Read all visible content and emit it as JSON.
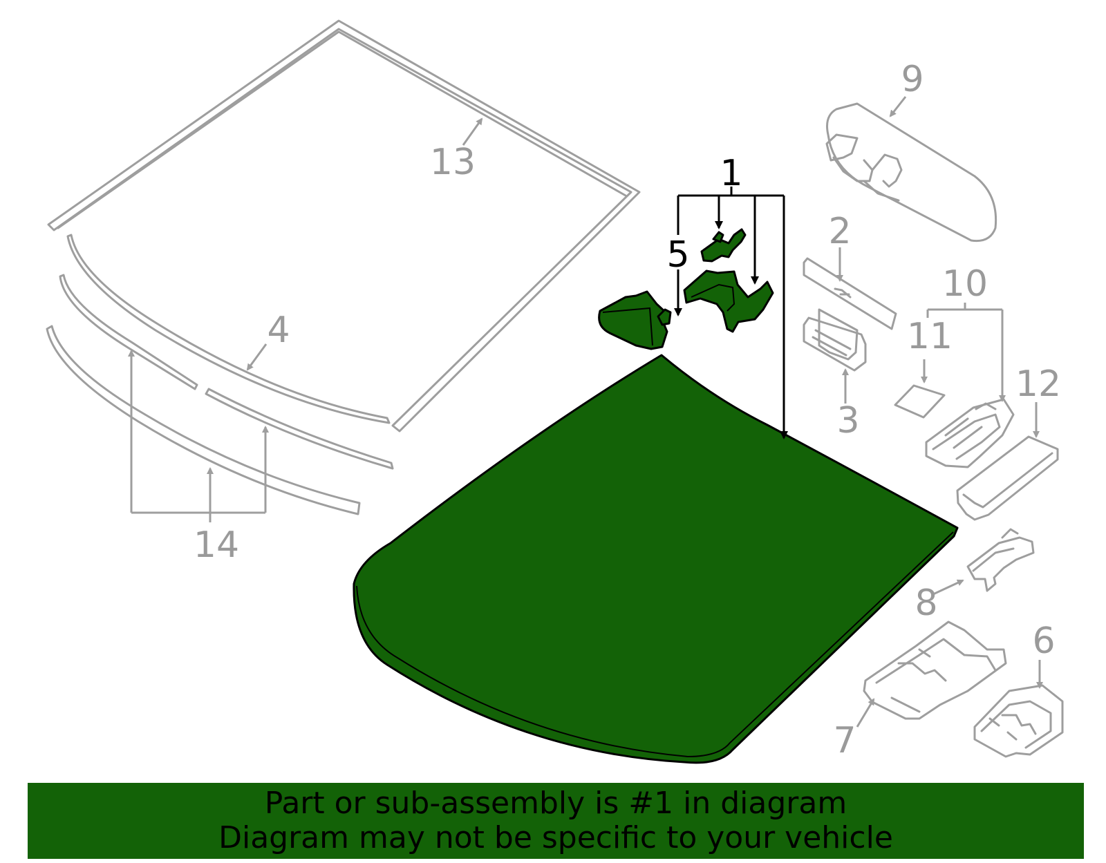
{
  "callouts": {
    "c1": "1",
    "c2": "2",
    "c3": "3",
    "c4": "4",
    "c5": "5",
    "c6": "6",
    "c7": "7",
    "c8": "8",
    "c9": "9",
    "c10": "10",
    "c11": "11",
    "c12": "12",
    "c13": "13",
    "c14": "14"
  },
  "footer": {
    "line1": "Part or sub-assembly is #1 in diagram",
    "line2": "Diagram may not be specific to your vehicle"
  },
  "colors": {
    "highlight": "#136207",
    "part_outline": "#9e9e9e",
    "callout_grey": "#9a9a9a",
    "callout_black": "#000000"
  }
}
